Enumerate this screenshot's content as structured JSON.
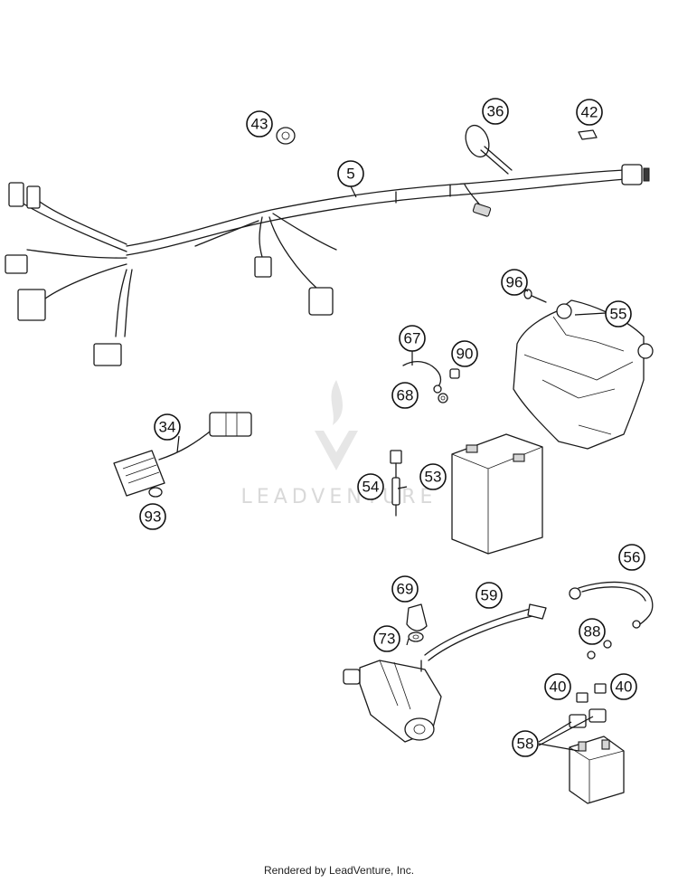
{
  "watermark": {
    "text": "LEADVENTURE"
  },
  "callouts": {
    "c5": "5",
    "c34": "34",
    "c36": "36",
    "c40a": "40",
    "c40b": "40",
    "c42": "42",
    "c43": "43",
    "c53": "53",
    "c54": "54",
    "c55": "55",
    "c56": "56",
    "c58": "58",
    "c59": "59",
    "c67": "67",
    "c68": "68",
    "c69": "69",
    "c73": "73",
    "c88": "88",
    "c90": "90",
    "c93": "93",
    "c96": "96"
  },
  "footer": {
    "text": "Rendered by LeadVenture, Inc."
  }
}
